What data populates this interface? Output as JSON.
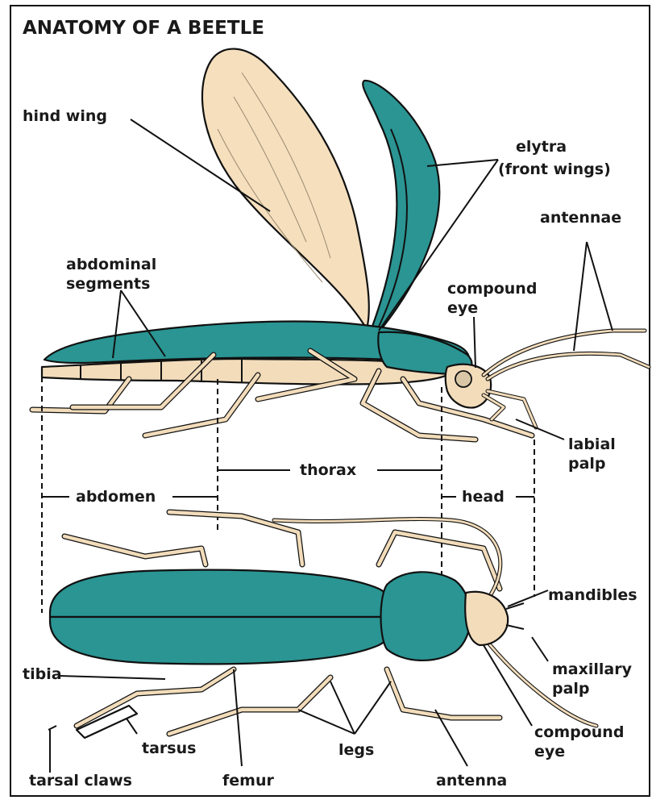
{
  "title": "ANATOMY OF A BEETLE",
  "colors": {
    "teal": "#2a9593",
    "tan": "#f2dcba",
    "wing": "#f5dfbd",
    "outline": "#111111",
    "background": "#ffffff"
  },
  "labels": {
    "hind_wing": "hind wing",
    "elytra_line1": "elytra",
    "elytra_line2": "(front wings)",
    "antennae": "antennae",
    "abdominal_line1": "abdominal",
    "abdominal_line2": "segments",
    "compound_eye_top_line1": "compound",
    "compound_eye_top_line2": "eye",
    "labial_line1": "labial",
    "labial_line2": "palp",
    "thorax": "thorax",
    "abdomen": "abdomen",
    "head": "head",
    "mandibles": "mandibles",
    "tibia": "tibia",
    "maxillary_line1": "maxillary",
    "maxillary_line2": "palp",
    "tarsus": "tarsus",
    "legs": "legs",
    "compound_eye_bottom_line1": "compound",
    "compound_eye_bottom_line2": "eye",
    "tarsal_claws": "tarsal claws",
    "femur": "femur",
    "antenna": "antenna"
  }
}
